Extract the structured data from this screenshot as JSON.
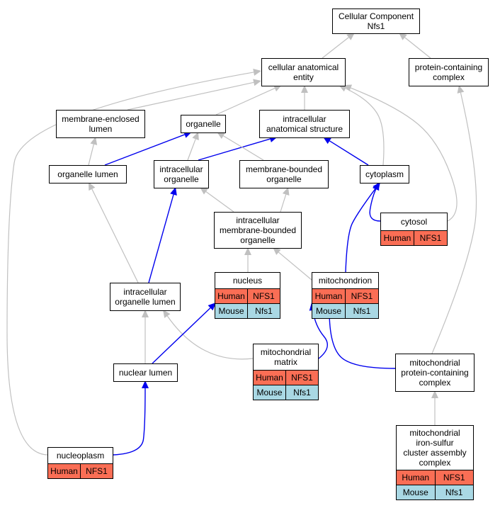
{
  "colors": {
    "gray_edge": "#c0c0c0",
    "blue_edge": "#0000ee",
    "human": "#fa6e55",
    "mouse": "#a9d8e4"
  },
  "nodes": {
    "root": {
      "title": "Cellular Component\nNfs1"
    },
    "cae": {
      "title": "cellular anatomical\nentity"
    },
    "pcc": {
      "title": "protein-containing\ncomplex"
    },
    "mel": {
      "title": "membrane-enclosed\nlumen"
    },
    "organelle": {
      "title": "organelle"
    },
    "ias": {
      "title": "intracellular\nanatomical structure"
    },
    "ol": {
      "title": "organelle lumen"
    },
    "io": {
      "title": "intracellular\norganelle"
    },
    "mbo": {
      "title": "membrane-bounded\norganelle"
    },
    "cytoplasm": {
      "title": "cytoplasm"
    },
    "imbo": {
      "title": "intracellular\nmembrane-bounded\norganelle"
    },
    "cytosol": {
      "title": "cytosol",
      "rows": [
        [
          "Human",
          "NFS1"
        ]
      ]
    },
    "nucleus": {
      "title": "nucleus",
      "rows": [
        [
          "Human",
          "NFS1"
        ],
        [
          "Mouse",
          "Nfs1"
        ]
      ]
    },
    "mito": {
      "title": "mitochondrion",
      "rows": [
        [
          "Human",
          "NFS1"
        ],
        [
          "Mouse",
          "Nfs1"
        ]
      ]
    },
    "iol": {
      "title": "intracellular\norganelle lumen"
    },
    "mm": {
      "title": "mitochondrial\nmatrix",
      "rows": [
        [
          "Human",
          "NFS1"
        ],
        [
          "Mouse",
          "Nfs1"
        ]
      ]
    },
    "nl": {
      "title": "nuclear lumen"
    },
    "mpcc": {
      "title": "mitochondrial\nprotein-containing\ncomplex"
    },
    "np": {
      "title": "nucleoplasm",
      "rows": [
        [
          "Human",
          "NFS1"
        ]
      ]
    },
    "misc": {
      "title": "mitochondrial\niron-sulfur\ncluster assembly\ncomplex",
      "rows": [
        [
          "Human",
          "NFS1"
        ],
        [
          "Mouse",
          "Nfs1"
        ]
      ]
    }
  }
}
